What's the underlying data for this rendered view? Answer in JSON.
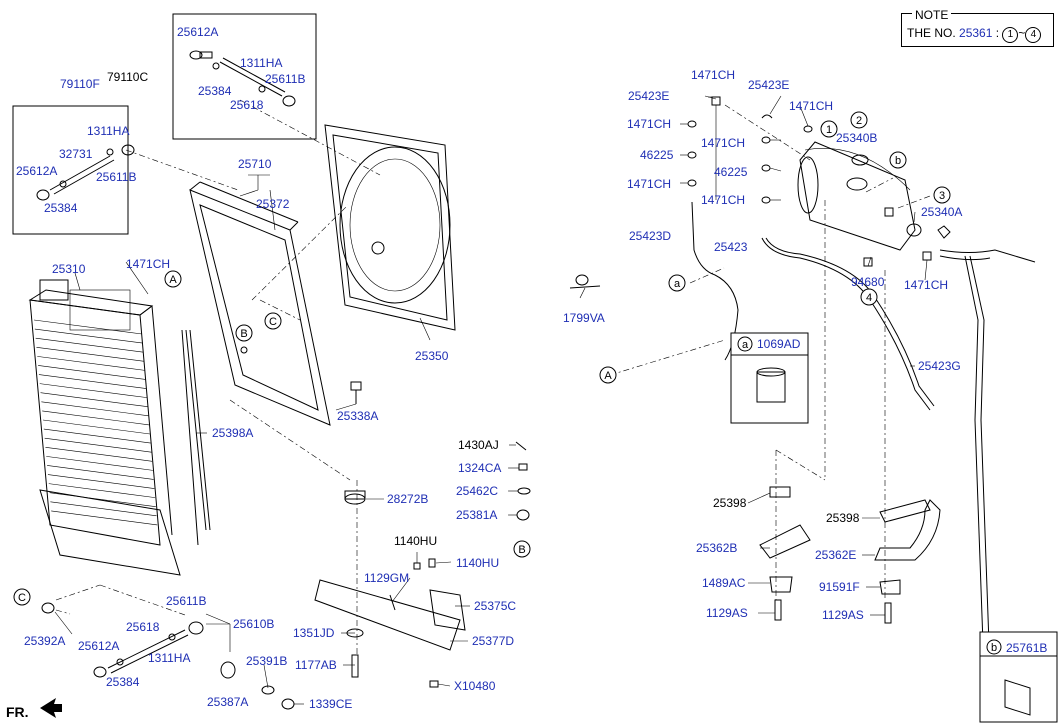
{
  "note": {
    "title": "NOTE",
    "prefix": "THE NO.",
    "part": "25361",
    "sep": ":",
    "from": "1",
    "tilde": "~",
    "to": "4"
  },
  "direction_label": "FR.",
  "callouts": {
    "A": "A",
    "B": "B",
    "C": "C",
    "a": "a",
    "b": "b",
    "n1": "1",
    "n2": "2",
    "n3": "3",
    "n4": "4"
  },
  "boxes": {
    "hose_kit": "1069AD",
    "bracket_pad": "25761B"
  },
  "labels": [
    "25612A",
    "79110C",
    "1311HA",
    "25611B",
    "25384",
    "25618",
    "79110F",
    "1311HA",
    "32731",
    "25612A",
    "25611B",
    "25384",
    "25710",
    "25372",
    "25310",
    "1471CH",
    "25350",
    "25338A",
    "25398A",
    "1430AJ",
    "1324CA",
    "25462C",
    "25381A",
    "28272B",
    "1140HU",
    "1140HU",
    "1129GM",
    "25375C",
    "1351JD",
    "25377D",
    "1177AB",
    "X10480",
    "25392A",
    "25611B",
    "25618",
    "25610B",
    "25612A",
    "1311HA",
    "25384",
    "25391B",
    "25387A",
    "1339CE",
    "1799VA",
    "1471CH",
    "25423E",
    "25423E",
    "1471CH",
    "1471CH",
    "25340B",
    "46225",
    "1471CH",
    "46225",
    "1471CH",
    "1471CH",
    "25340A",
    "25423D",
    "25423",
    "94680",
    "1471CH",
    "25423G",
    "25398",
    "25362B",
    "1489AC",
    "1129AS",
    "25398",
    "25362E",
    "91591F",
    "1129AS"
  ],
  "colors": {
    "part_number": "#1f2fb4",
    "line": "#000000"
  }
}
